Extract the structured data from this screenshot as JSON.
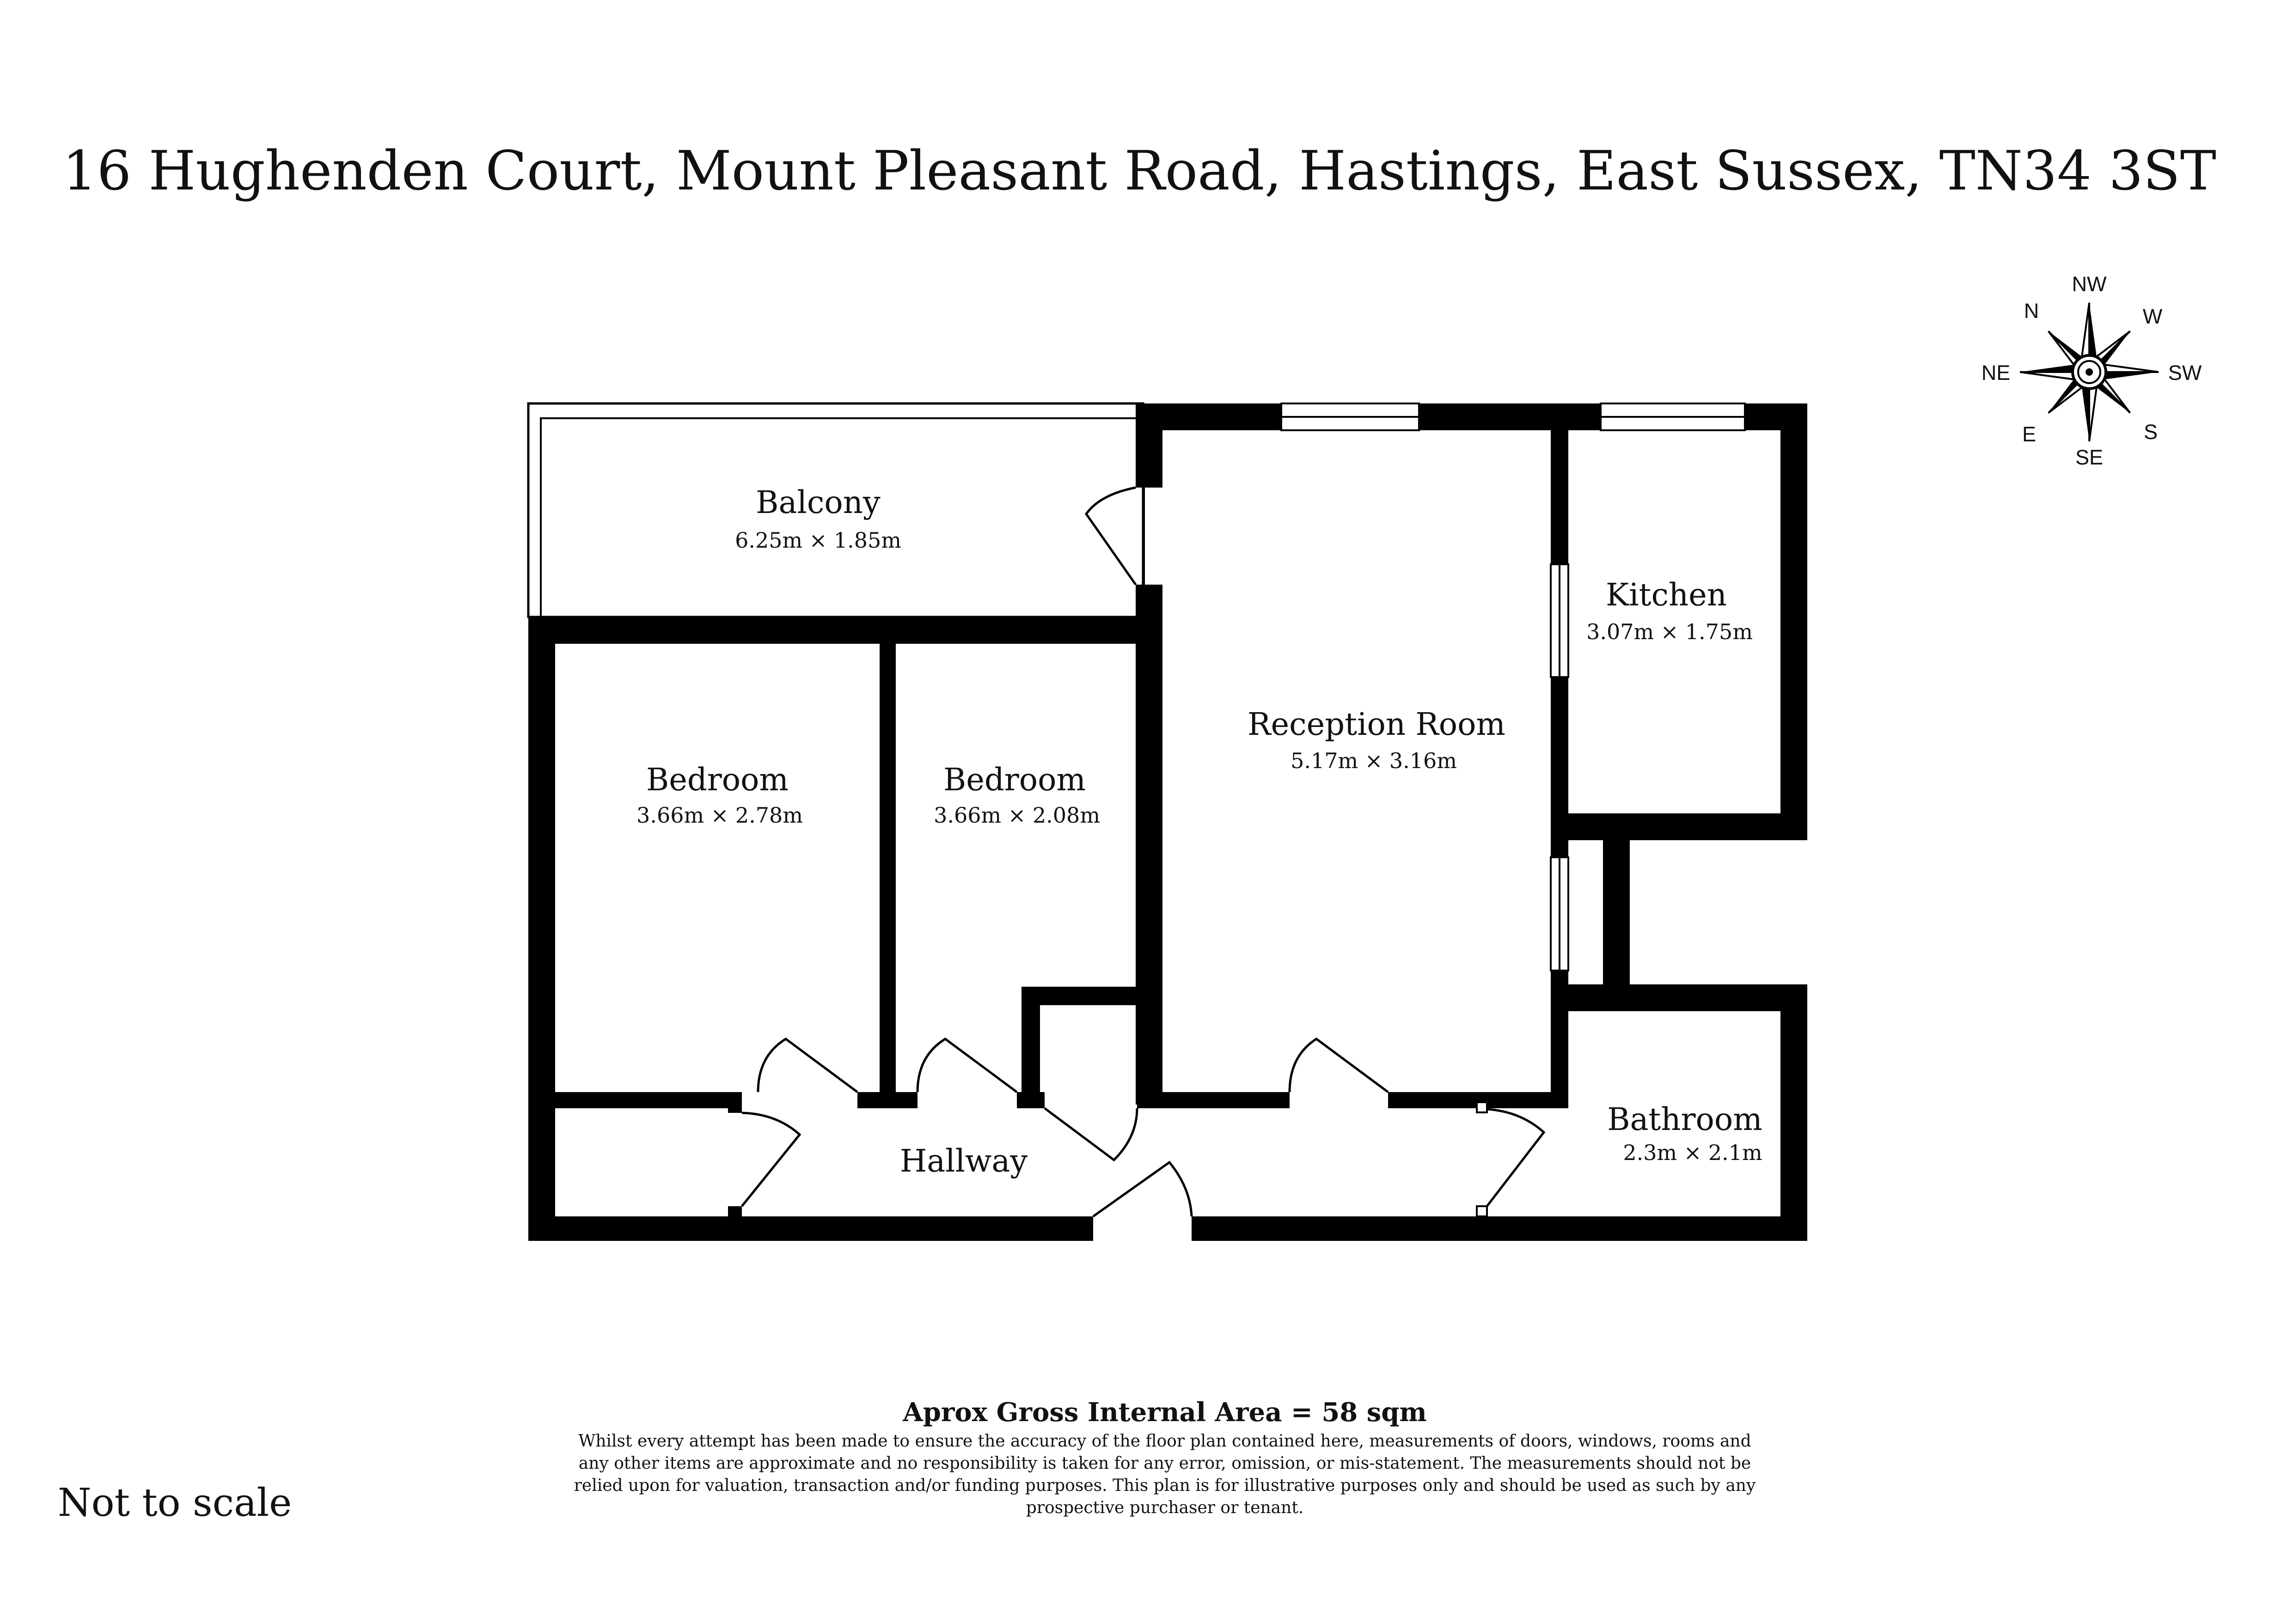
{
  "title": "16 Hughenden Court, Mount Pleasant Road, Hastings, East Sussex, TN34 3ST",
  "compass": {
    "labels": [
      "NW",
      "N",
      "W",
      "NE",
      "SW",
      "E",
      "S",
      "SE"
    ],
    "icon": "compass-rose-icon"
  },
  "rooms": {
    "balcony": {
      "name": "Balcony",
      "dims": "6.25m × 1.85m"
    },
    "kitchen": {
      "name": "Kitchen",
      "dims": "3.07m × 1.75m"
    },
    "reception": {
      "name": "Reception Room",
      "dims": "5.17m × 3.16m"
    },
    "bedroom1": {
      "name": "Bedroom",
      "dims": "3.66m × 2.78m"
    },
    "bedroom2": {
      "name": "Bedroom",
      "dims": "3.66m × 2.08m"
    },
    "hallway": {
      "name": "Hallway"
    },
    "bathroom": {
      "name": "Bathroom",
      "dims": "2.3m × 2.1m"
    }
  },
  "area": "Aprox Gross Internal Area = 58 sqm",
  "disclaimer": [
    "Whilst every attempt has been made to ensure the accuracy of the floor plan contained here, measurements of doors, windows, rooms and",
    "any other items are approximate and no responsibility is taken for any error, omission, or mis-statement. The measurements should not be",
    "relied upon for valuation, transaction and/or funding purposes. This plan is for illustrative purposes only and should be used as such by any",
    "prospective purchaser or tenant."
  ],
  "not_to_scale": "Not to scale",
  "colors": {
    "wall": "#000000",
    "background": "#ffffff",
    "text": "#111111"
  }
}
